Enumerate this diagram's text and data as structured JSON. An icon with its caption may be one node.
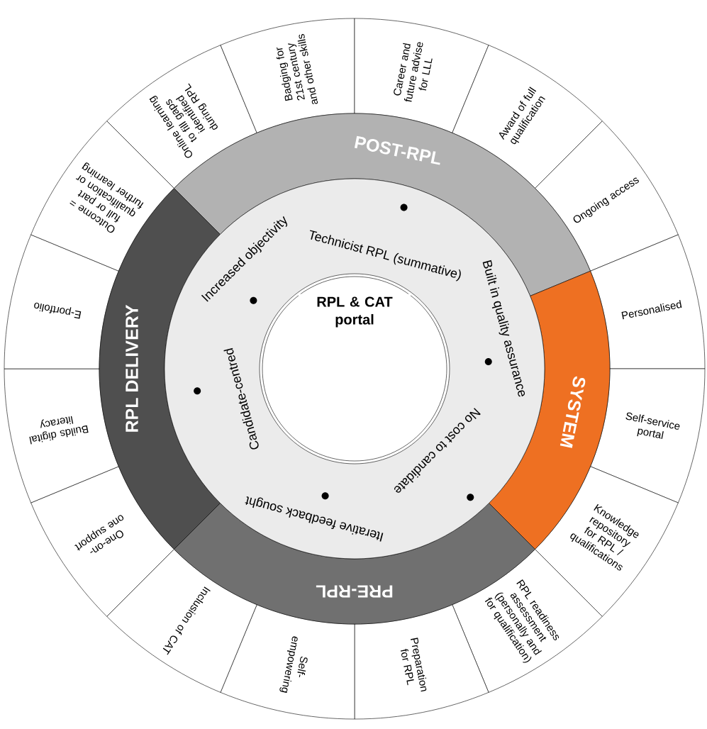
{
  "diagram": {
    "nodes": [
      {
        "text": [
          "Increased objectivity",
          "Technicist RPL (summative)",
          "Built in quality assurance",
          "No cost to candidate",
          "Iterative feedback sought",
          "Candidate-centred"
        ]
      },
      {
        "text": [
          "RPL & CAT portal"
        ],
        "in": 0
      },
      {
        "text": [
          "POST-RPL"
        ]
      },
      {
        "text": [
          "SYSTEM"
        ]
      },
      {
        "text": [
          "PRE-RPL"
        ]
      },
      {
        "text": [
          "RPL DELIVERY"
        ]
      },
      {
        "text": [
          "Online learning to fill gaps identified during RPL"
        ]
      },
      {
        "text": [
          "Badging for 21st century and other skills"
        ]
      },
      {
        "text": [
          "Career and future advise for LLL"
        ]
      },
      {
        "text": [
          "Award of full qualification"
        ]
      },
      {
        "text": [
          "Ongoing access"
        ]
      },
      {
        "text": [
          "Personalised"
        ]
      },
      {
        "text": [
          "Self-service portal"
        ]
      },
      {
        "text": [
          "Knowledge repository for RPL / qualifications"
        ]
      },
      {
        "text": [
          "RPL readiness assessment (personally and for qualification)"
        ]
      },
      {
        "text": [
          "Preparation for RPL"
        ]
      },
      {
        "text": [
          "Self-empowering"
        ]
      },
      {
        "text": [
          "Inclusion of CAT"
        ]
      },
      {
        "text": [
          "One-on-one support"
        ]
      },
      {
        "text": [
          "Builds digital literacy"
        ]
      },
      {
        "text": [
          "E-portfolio"
        ]
      },
      {
        "text": [
          "Outcome = full or part qualification or further learning"
        ]
      }
    ]
  }
}
